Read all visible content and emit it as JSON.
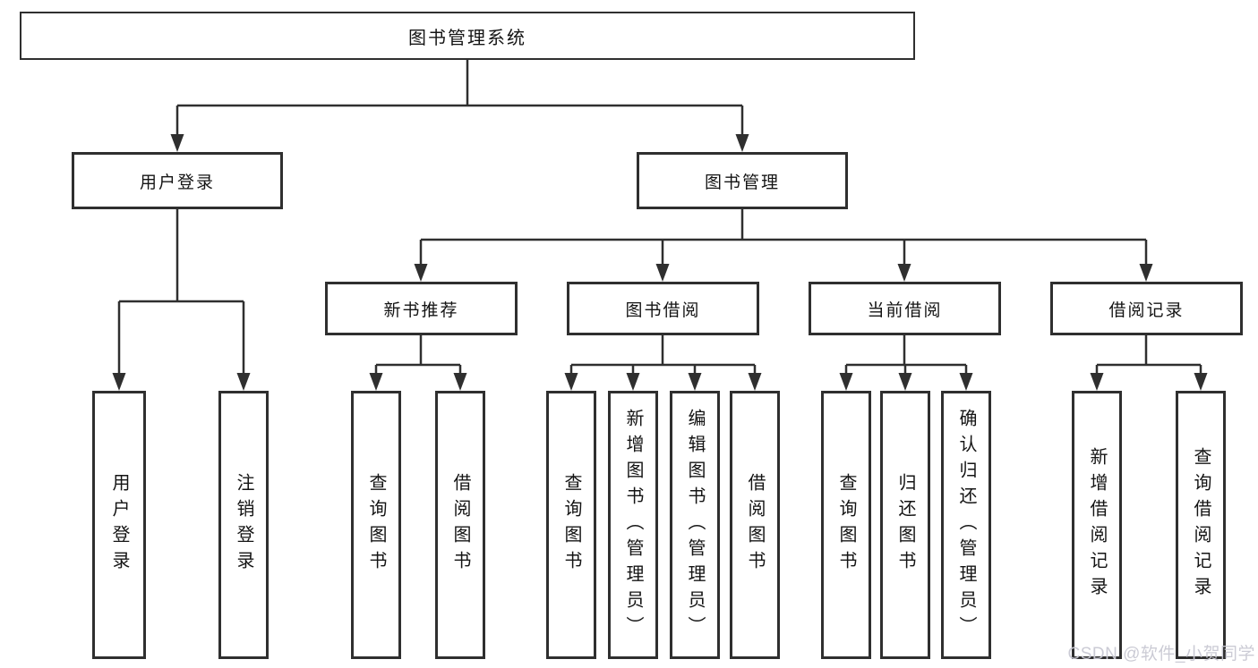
{
  "diagram": {
    "type": "hierarchy-tree",
    "tree": {
      "label": "图书管理系统",
      "children": [
        {
          "label": "用户登录",
          "children": [
            {
              "label": "用户登录"
            },
            {
              "label": "注销登录"
            }
          ]
        },
        {
          "label": "图书管理",
          "children": [
            {
              "label": "新书推荐",
              "children": [
                {
                  "label": "查询图书"
                },
                {
                  "label": "借阅图书"
                }
              ]
            },
            {
              "label": "图书借阅",
              "children": [
                {
                  "label": "查询图书"
                },
                {
                  "label": "新增图书（管理员）"
                },
                {
                  "label": "编辑图书（管理员）"
                },
                {
                  "label": "借阅图书"
                }
              ]
            },
            {
              "label": "当前借阅",
              "children": [
                {
                  "label": "查询图书"
                },
                {
                  "label": "归还图书"
                },
                {
                  "label": "确认归还（管理员）"
                }
              ]
            },
            {
              "label": "借阅记录",
              "children": [
                {
                  "label": "新增借阅记录"
                },
                {
                  "label": "查询借阅记录"
                }
              ]
            }
          ]
        }
      ]
    },
    "colors": {
      "line": "#2f2f2f",
      "box_border": "#2f2f2f",
      "text": "#141414",
      "background": "#ffffff",
      "watermark": "#c9c9d3"
    }
  },
  "watermark": {
    "text": "CSDN @软件_小贺同学"
  }
}
